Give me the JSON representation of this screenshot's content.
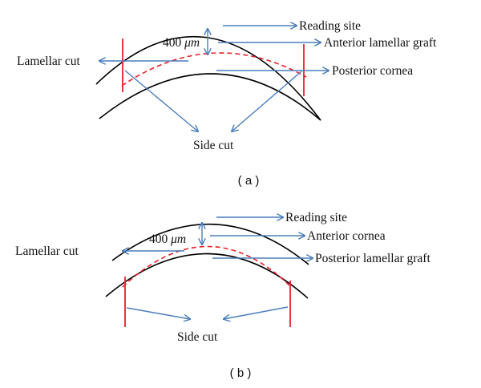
{
  "colors": {
    "curve": "#000000",
    "arrow": "#4a7ebb",
    "cut": "#e8202a",
    "text": "#111111"
  },
  "panel_a": {
    "reading_site": "Reading site",
    "graft": "Anterior lamellar graft",
    "cornea": "Posterior cornea",
    "lamellar_cut": "Lamellar cut",
    "side_cut": "Side cut",
    "depth_value": "400 ",
    "depth_unit": "μm",
    "caption": "( a )"
  },
  "panel_b": {
    "reading_site": "Reading site",
    "cornea": "Anterior cornea",
    "graft": "Posterior lamellar graft",
    "lamellar_cut": "Lamellar cut",
    "side_cut": "Side cut",
    "depth_value": "400 ",
    "depth_unit": "μm",
    "caption": "( b )"
  }
}
